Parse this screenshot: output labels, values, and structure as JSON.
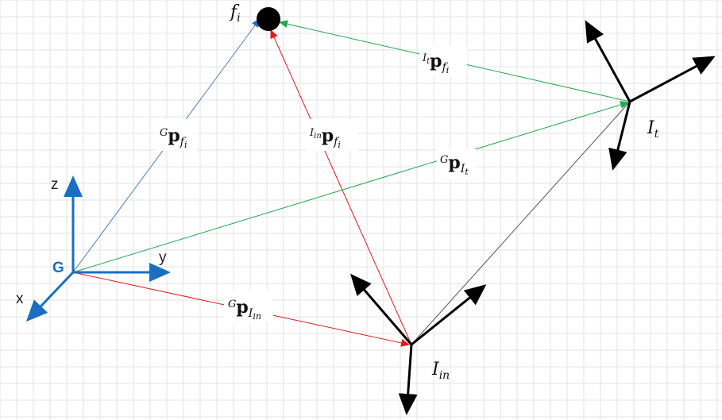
{
  "diagram": {
    "frames": {
      "global": {
        "name": "G",
        "axis_x": "x",
        "axis_y": "y",
        "axis_z": "z"
      },
      "imu_in": {
        "base": "I",
        "sub": "in"
      },
      "imu_t": {
        "base": "I",
        "sub": "t"
      }
    },
    "feature": {
      "base": "f",
      "sub": "i"
    },
    "vectors": {
      "g_p_fi": {
        "sup": "G",
        "p": "p",
        "sub": "f",
        "subsub": "i"
      },
      "iin_p_fi": {
        "sup": "I",
        "supsub": "in",
        "p": "p",
        "sub": "f",
        "subsub": "i"
      },
      "it_p_fi": {
        "sup": "I",
        "supsub": "t",
        "p": "p",
        "sub": "f",
        "subsub": "i"
      },
      "g_p_it": {
        "sup": "G",
        "p": "p",
        "sub": "I",
        "subsub": "t"
      },
      "g_p_iin": {
        "sup": "G",
        "p": "p",
        "sub": "I",
        "subsub": "in"
      }
    },
    "colors": {
      "grid": "#e3e3e3",
      "axes_global": "#1a6fc0",
      "red": "#e31a1c",
      "green": "#1fa84a",
      "blue_thin": "#4a7fb5",
      "black": "#000000",
      "gray_line": "#555555"
    }
  }
}
